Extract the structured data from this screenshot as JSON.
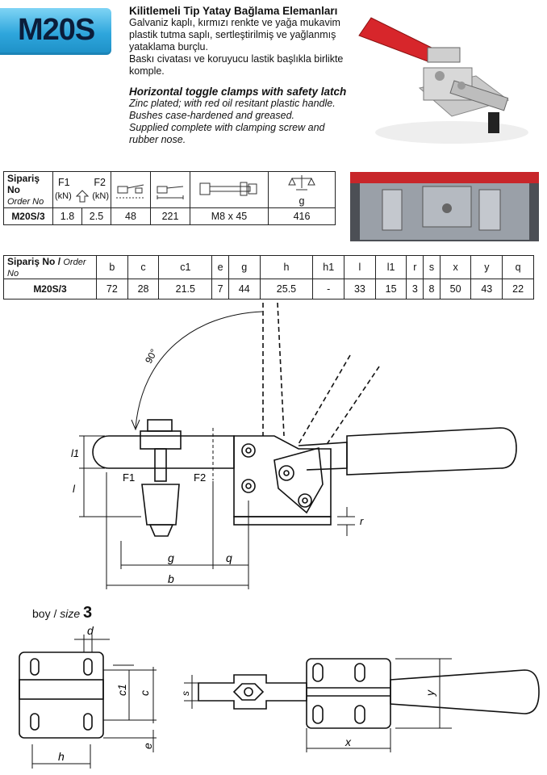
{
  "model": "M20S",
  "desc": {
    "tr_title": "Kilitlemeli Tip Yatay Bağlama Elemanları",
    "tr_lines": [
      "Galvaniz kaplı, kırmızı renkte ve yağa mukavim",
      "plastik tutma saplı, sertleştirilmiş ve yağlanmış",
      "yataklama burçlu.",
      "Baskı civatası ve koruyucu lastik başlıkla birlikte",
      "komple."
    ],
    "en_title": "Horizontal toggle clamps with safety latch",
    "en_lines": [
      "Zinc plated; with red oil resitant plastic handle.",
      "Bushes case-hardened and greased.",
      "Supplied complete with clamping screw and",
      "rubber nose."
    ]
  },
  "table1": {
    "order_label": "Sipariş No",
    "order_label_en": "Order No",
    "f1": "F1",
    "f2": "F2",
    "kn1": "(kN)",
    "kn2": "(kN)",
    "weight_unit": "g",
    "row": {
      "order": "M20S/3",
      "f1": "1.8",
      "f2": "2.5",
      "c48": "48",
      "c221": "221",
      "screw": "M8 x 45",
      "weight": "416"
    }
  },
  "table2": {
    "label_tr": "Sipariş No",
    "label_sep": " / ",
    "label_en": "Order No",
    "headers": [
      "b",
      "c",
      "c1",
      "e",
      "g",
      "h",
      "h1",
      "l",
      "l1",
      "r",
      "s",
      "x",
      "y",
      "q"
    ],
    "order": "M20S/3",
    "values": [
      "72",
      "28",
      "21.5",
      "7",
      "44",
      "25.5",
      "-",
      "33",
      "15",
      "3",
      "8",
      "50",
      "43",
      "22"
    ]
  },
  "drawing": {
    "angle": "90°",
    "f1": "F1",
    "f2": "F2",
    "l1": "l1",
    "l": "l",
    "r": "r",
    "g": "g",
    "q": "q",
    "b": "b",
    "size_label": "boy",
    "size_sep": " / ",
    "size_label_en": "size",
    "size_value": "3",
    "d": "d",
    "c1": "c1",
    "c": "c",
    "e": "e",
    "h": "h",
    "s": "s",
    "x": "x",
    "y": "y"
  },
  "colors": {
    "badge": "#2ea6dc",
    "handle_red": "#d7262b"
  }
}
